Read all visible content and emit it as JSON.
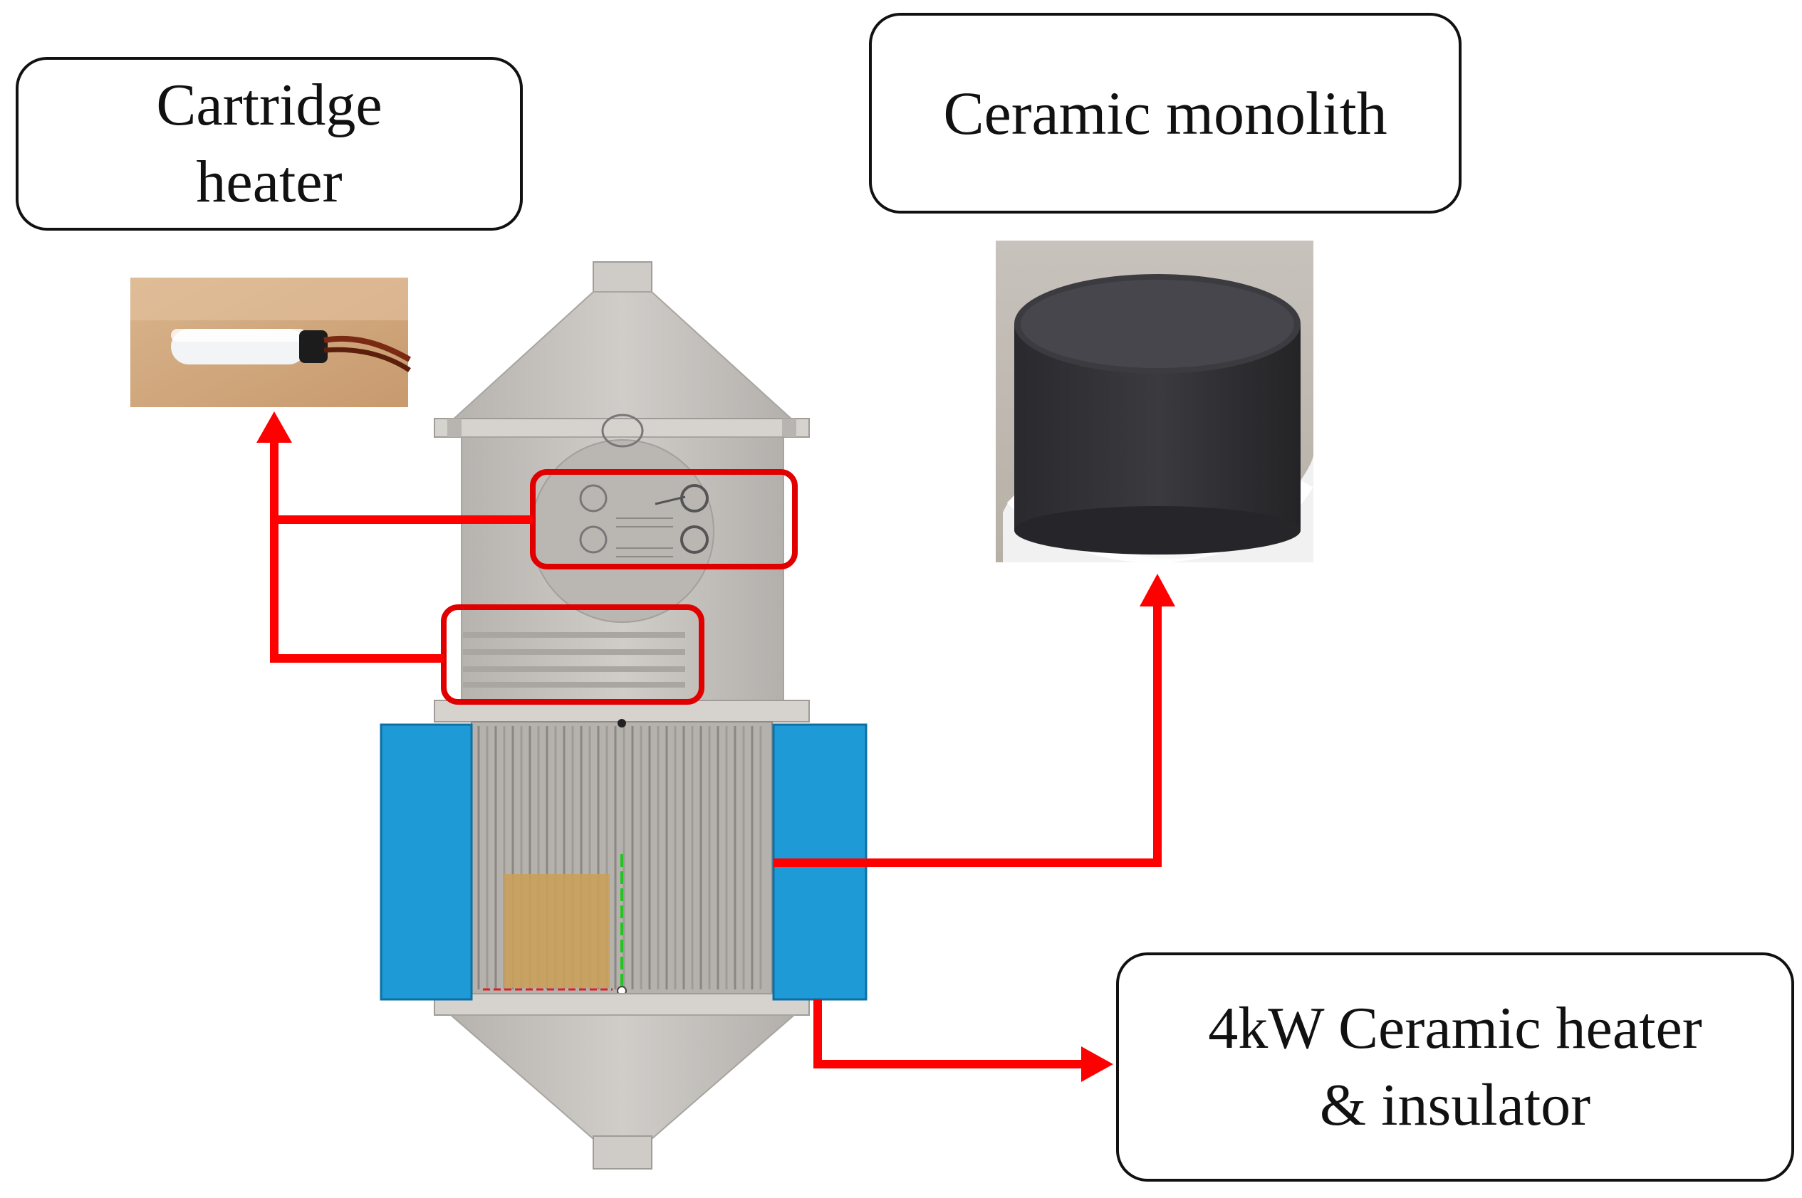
{
  "labels": {
    "cartridge_heater": {
      "line1": "Cartridge",
      "line2": "heater"
    },
    "ceramic_monolith": {
      "line1": "Ceramic monolith"
    },
    "ceramic_heater": {
      "line1": "4kW Ceramic heater",
      "line2": "& insulator"
    }
  },
  "colors": {
    "arrow": "#ff0000",
    "highlight_box": "#e00000",
    "insulator_blue": "#1e9ad6",
    "reactor_body": "#c6c3bf",
    "reactor_dark": "#9f9c98",
    "monolith_black": "#1f1f22",
    "catalyst_tan": "#c9a05a"
  },
  "icons": {
    "cartridge_heater_photo": "cartridge-heater-photo",
    "ceramic_monolith_photo": "ceramic-monolith-photo",
    "reactor_drawing": "reactor-cross-section"
  }
}
